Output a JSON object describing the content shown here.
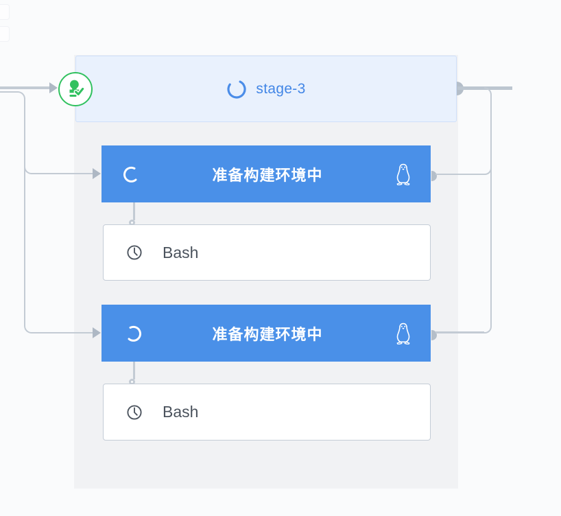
{
  "stage": {
    "title": "stage-3",
    "status": "running",
    "spinner_icon": "loading-spinner-icon"
  },
  "approval": {
    "icon": "stamp-check-icon",
    "status": "approved"
  },
  "jobs": [
    {
      "status_text": "准备构建环境中",
      "spinner_icon": "loading-spinner-icon",
      "os_icon": "linux-tux-icon",
      "steps": [
        {
          "icon": "clock-icon",
          "label": "Bash"
        }
      ]
    },
    {
      "status_text": "准备构建环境中",
      "spinner_icon": "loading-spinner-icon",
      "os_icon": "linux-tux-icon",
      "steps": [
        {
          "icon": "clock-icon",
          "label": "Bash"
        }
      ]
    }
  ],
  "colors": {
    "job_running_blue": "#4a90e8",
    "stage_header_bg": "#e9f1fd",
    "stage_header_border": "#cedff9",
    "stage_title_text": "#4286e6",
    "approval_green": "#31c15f",
    "connector_gray": "#c3cbd4",
    "arrow_gray": "#aeb8c4",
    "panel_bg": "#f1f2f4",
    "page_bg": "#fafbfc",
    "step_text": "#4a525c"
  }
}
